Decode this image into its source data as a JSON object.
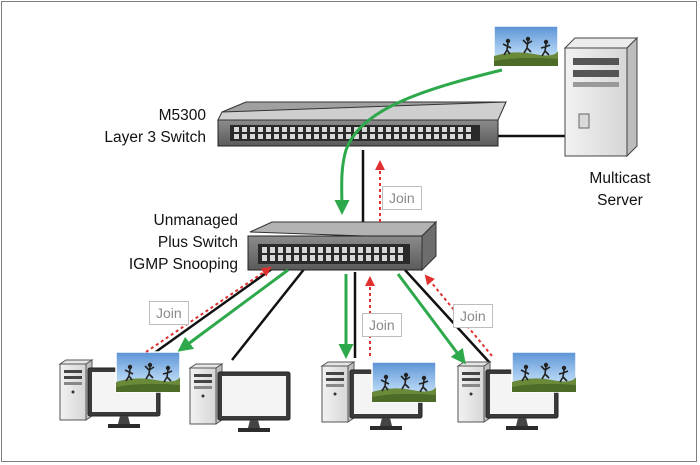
{
  "labels": {
    "router_line1": "M5300",
    "router_line2": "Layer 3 Switch",
    "switch_line1": "Unmanaged",
    "switch_line2": "Plus Switch",
    "switch_line3": "IGMP Snooping",
    "server_line1": "Multicast",
    "server_line2": "Server",
    "join": "Join"
  },
  "colors": {
    "multicast_stream": "#2da84a",
    "join_request": "#e03030",
    "link": "#111111"
  },
  "icons": [
    "multicast-server-icon",
    "layer3-switch-icon",
    "plus-switch-icon",
    "desktop-pc-icon",
    "video-thumbnail-icon"
  ]
}
